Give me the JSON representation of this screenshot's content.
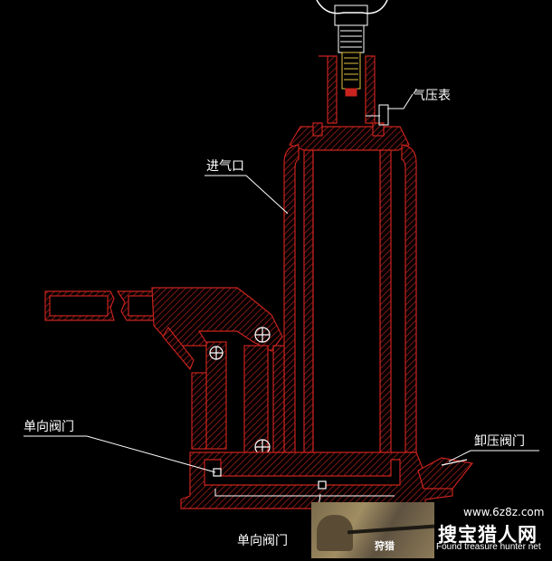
{
  "labels": {
    "pressure_gauge": "气压表",
    "air_inlet": "进气口",
    "check_valve_left": "单向阀门",
    "check_valve_bottom": "单向阀门",
    "unload_valve": "卸压阀门"
  },
  "watermark": {
    "url": "www.6z8z.com",
    "title_cn": "搜宝猎人网",
    "subtitle_en": "Found treasure hunter net",
    "photo_tag": "狩猎"
  },
  "colors": {
    "background": "#000000",
    "outline": "#c8231e",
    "detail": "#ffffff"
  }
}
